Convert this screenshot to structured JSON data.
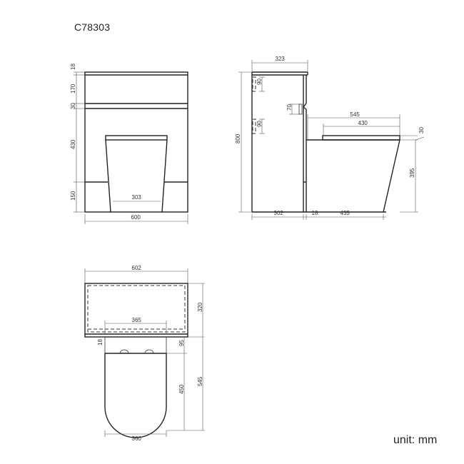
{
  "drawing": {
    "model_code": "C78303",
    "unit_label": "unit: mm"
  },
  "front_view": {
    "heights": {
      "top_panel": "18",
      "upper_cabinet": "170",
      "shelf": "30",
      "middle": "430",
      "plinth": "150"
    },
    "widths": {
      "total": "600",
      "pan_base": "303"
    }
  },
  "side_view": {
    "depths": {
      "cabinet_top": "323",
      "cabinet": "302",
      "gap": "18",
      "pan_depth": "435",
      "pan_total": "545",
      "seat": "430"
    },
    "heights": {
      "total": "800",
      "pan": "395",
      "seat_thickness": "30",
      "bracket_top": "90",
      "bracket_mid": "90",
      "flush_button": "70"
    }
  },
  "top_view": {
    "widths": {
      "cabinet": "602",
      "pan_top": "365",
      "seat": "360"
    },
    "depths": {
      "cabinet": "320",
      "pan_total": "545",
      "seat": "450",
      "hinge_offset": "95",
      "back_gap": "18"
    }
  }
}
